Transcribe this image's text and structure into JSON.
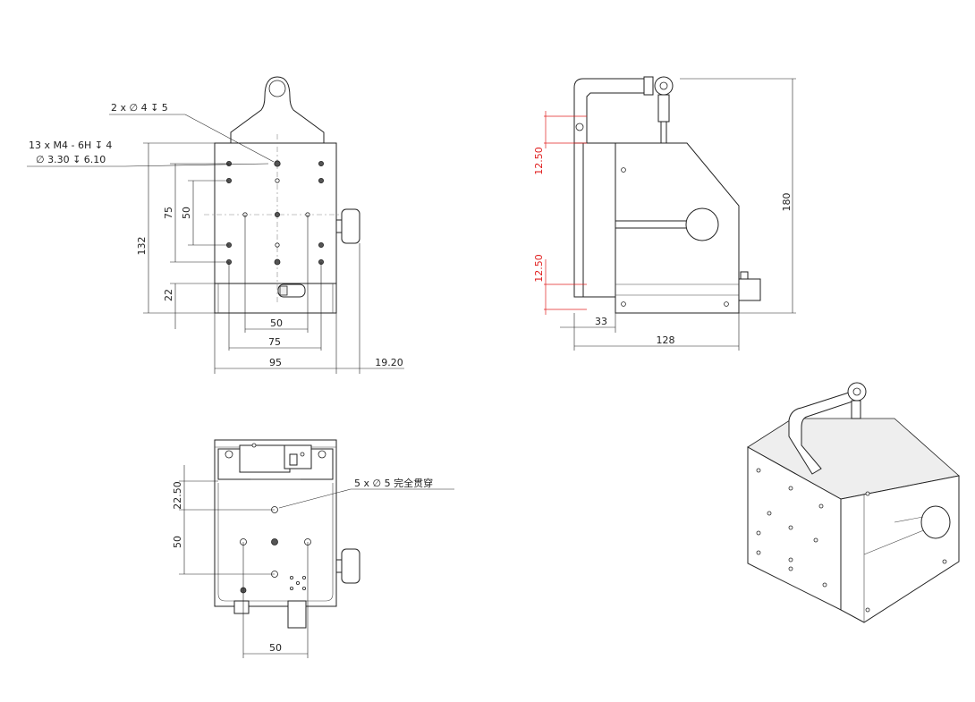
{
  "front_view": {
    "callout_top": "2 x ∅ 4 ↧ 5",
    "callout_thread_line1": "13 x  M4 - 6H ↧ 4",
    "callout_thread_line2": "∅ 3.30 ↧ 6.10",
    "dim_height_total": "132",
    "dim_holes_75": "75",
    "dim_holes_50": "50",
    "dim_bottom_22": "22",
    "dim_h_50": "50",
    "dim_h_75": "75",
    "dim_width_95": "95",
    "dim_knob_19_20": "19.20"
  },
  "side_view": {
    "dim_top_12_50": "12.50",
    "dim_bottom_12_50": "12.50",
    "dim_height_180": "180",
    "dim_33": "33",
    "dim_128": "128"
  },
  "bottom_view": {
    "callout_holes": "5 x ∅ 5 完全贯穿",
    "dim_22_50": "22.50",
    "dim_50_vertical": "50",
    "dim_50_horizontal": "50"
  }
}
